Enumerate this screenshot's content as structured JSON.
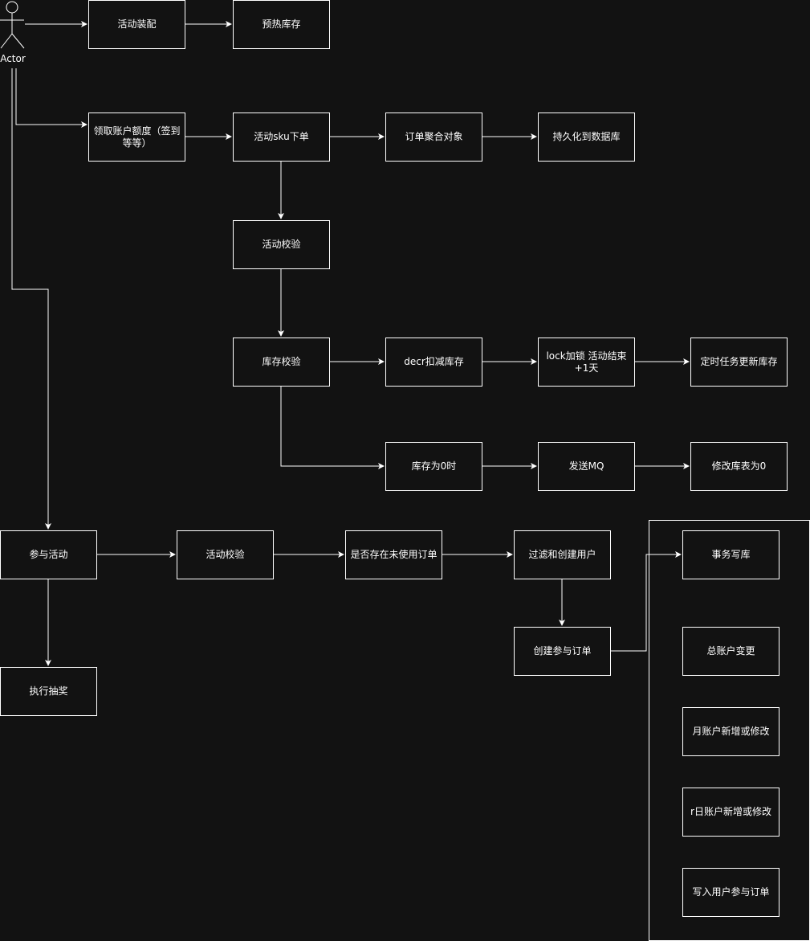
{
  "actor": {
    "label": "Actor",
    "icon": "stick-figure-icon"
  },
  "nodes": {
    "activity_assembly": "活动装配",
    "preheat_inventory": "预热库存",
    "claim_quota": "领取账户额度（签到等等）",
    "sku_order": "活动sku下单",
    "order_aggregate": "订单聚合对象",
    "persist_db": "持久化到数据库",
    "activity_check_1": "活动校验",
    "inventory_check": "库存校验",
    "decr_inventory": "decr扣减库存",
    "lock_plus_one": "lock加锁 活动结束+1天",
    "scheduled_update": "定时任务更新库存",
    "inventory_zero": "库存为0时",
    "send_mq": "发送MQ",
    "update_table_zero": "修改库表为0",
    "join_activity": "参与活动",
    "activity_check_2": "活动校验",
    "unused_order_exists": "是否存在未使用订单",
    "filter_create_user": "过滤和创建用户",
    "create_join_order": "创建参与订单",
    "execute_lottery": "执行抽奖",
    "tx_write": "事务写库",
    "total_account_change": "总账户变更",
    "month_account": "月账户新增或修改",
    "day_account": "r日账户新增或修改",
    "write_user_order": "写入用户参与订单"
  },
  "colors": {
    "background": "#121212",
    "stroke": "#ffffff",
    "text": "#ffffff"
  }
}
